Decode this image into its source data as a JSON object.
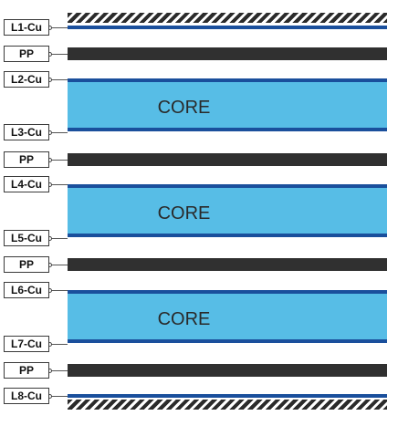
{
  "layers": {
    "l1": "L1-Cu",
    "pp1": "PP",
    "l2": "L2-Cu",
    "core1": "CORE",
    "l3": "L3-Cu",
    "pp2": "PP",
    "l4": "L4-Cu",
    "core2": "CORE",
    "l5": "L5-Cu",
    "pp3": "PP",
    "l6": "L6-Cu",
    "core3": "CORE",
    "l7": "L7-Cu",
    "pp4": "PP",
    "l8": "L8-Cu"
  },
  "colors": {
    "copper": "#1a4f9c",
    "prepreg": "#303030",
    "core": "#57bde6",
    "hatch": "#2b2b2b"
  }
}
